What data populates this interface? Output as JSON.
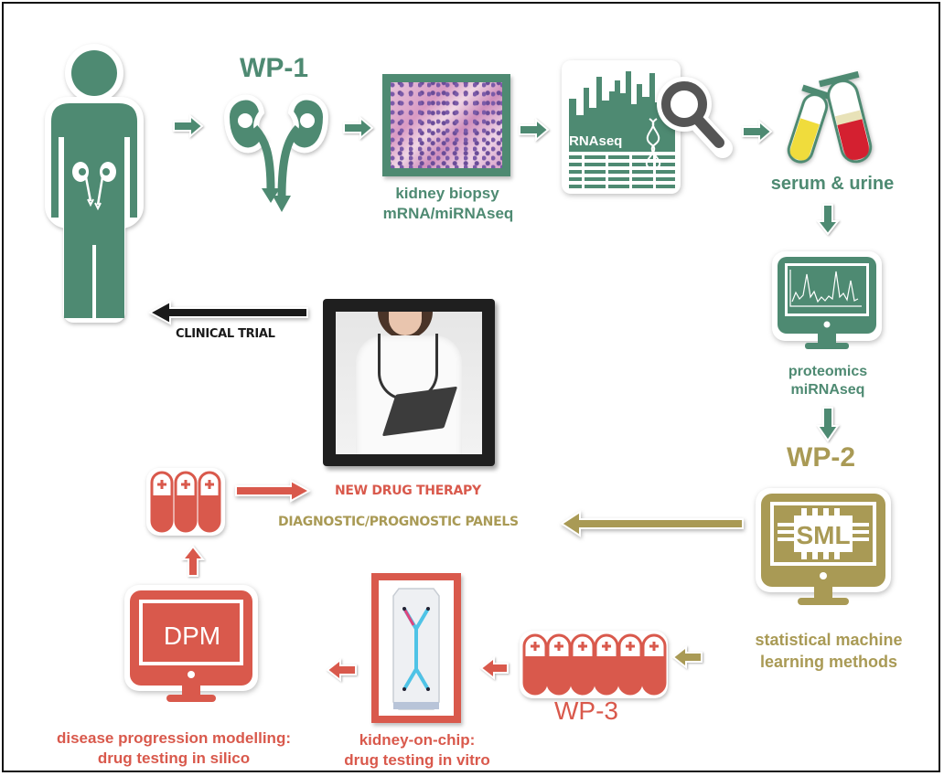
{
  "colors": {
    "green": "#4e8a72",
    "olive": "#a99a55",
    "red": "#d9594c",
    "black": "#1a1a1a",
    "magnifier": "#555555",
    "serum": "#f0dc3c",
    "blood": "#d42030"
  },
  "wp1": {
    "title": "WP-1",
    "biopsy_label_line1": "kidney biopsy",
    "biopsy_label_line2": "mRNA/miRNAseq",
    "rnaseq_label": "RNAseq",
    "serum_label": "serum & urine",
    "proteomics_line1": "proteomics",
    "proteomics_line2": "miRNAseq"
  },
  "clinical": {
    "label": "CLINICAL TRIAL"
  },
  "outcomes": {
    "new_drug": "NEW DRUG THERAPY",
    "panels": "DIAGNOSTIC/PROGNOSTIC PANELS"
  },
  "wp2": {
    "title": "WP-2",
    "screen_text": "SML",
    "label_line1": "statistical machine",
    "label_line2": "learning methods"
  },
  "wp3": {
    "title": "WP-3",
    "chip_label_line1": "kidney-on-chip:",
    "chip_label_line2": "drug testing in vitro",
    "dpm_screen_text": "DPM",
    "dpm_label_line1": "disease progression modelling:",
    "dpm_label_line2": "drug testing in silico"
  }
}
